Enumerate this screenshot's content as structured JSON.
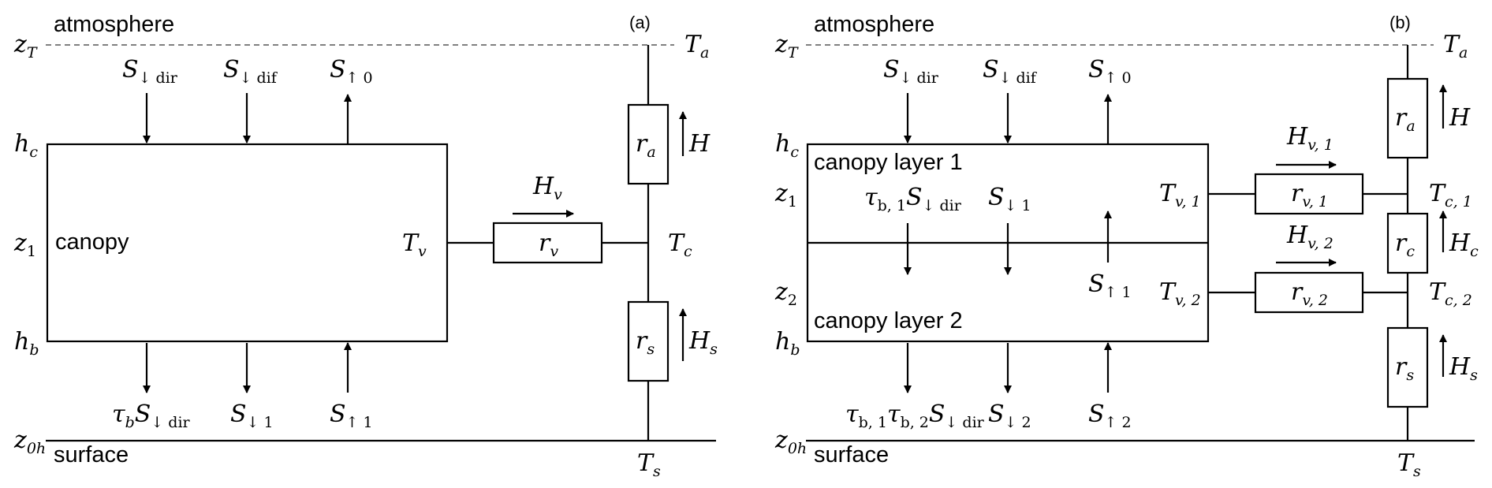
{
  "colors": {
    "ink": "#000000",
    "dash": "#555555",
    "background": "#ffffff"
  },
  "panel_a": {
    "tag": "(a)",
    "atmosphere": "atmosphere",
    "surface": "surface",
    "canopy": "canopy",
    "z_T": {
      "main": "z",
      "sub": "T"
    },
    "h_c": {
      "main": "h",
      "sub": "c"
    },
    "z_1": {
      "main": "z",
      "sub": "1"
    },
    "h_b": {
      "main": "h",
      "sub": "b"
    },
    "z_0h": {
      "main": "z",
      "sub": "0h"
    },
    "T_a": {
      "main": "T",
      "sub": "a"
    },
    "T_v": {
      "main": "T",
      "sub": "v"
    },
    "T_c": {
      "main": "T",
      "sub": "c"
    },
    "T_s": {
      "main": "T",
      "sub": "s"
    },
    "r_a": {
      "main": "r",
      "sub": "a"
    },
    "r_v": {
      "main": "r",
      "sub": "v"
    },
    "r_s": {
      "main": "r",
      "sub": "s"
    },
    "H": {
      "main": "H"
    },
    "H_v": {
      "main": "H",
      "sub": "v"
    },
    "H_s": {
      "main": "H",
      "sub": "s"
    },
    "S_down_dir": {
      "main": "S",
      "sub": "↓ dir"
    },
    "S_down_dif": {
      "main": "S",
      "sub": "↓ dif"
    },
    "S_up_0": {
      "main": "S",
      "sub": "↑ 0"
    },
    "tau_S_down_dir": {
      "tau": "τ",
      "tau_sub": "b",
      "main": "S",
      "sub": "↓ dir"
    },
    "S_down_1": {
      "main": "S",
      "sub": "↓ 1"
    },
    "S_up_1": {
      "main": "S",
      "sub": "↑ 1"
    }
  },
  "panel_b": {
    "tag": "(b)",
    "atmosphere": "atmosphere",
    "surface": "surface",
    "layer1": "canopy layer 1",
    "layer2": "canopy layer 2",
    "z_T": {
      "main": "z",
      "sub": "T"
    },
    "h_c": {
      "main": "h",
      "sub": "c"
    },
    "z_1": {
      "main": "z",
      "sub": "1"
    },
    "z_2": {
      "main": "z",
      "sub": "2"
    },
    "h_b": {
      "main": "h",
      "sub": "b"
    },
    "z_0h": {
      "main": "z",
      "sub": "0h"
    },
    "T_a": {
      "main": "T",
      "sub": "a"
    },
    "T_v1": {
      "main": "T",
      "sub": "v, 1"
    },
    "T_v2": {
      "main": "T",
      "sub": "v, 2"
    },
    "T_c1": {
      "main": "T",
      "sub": "c, 1"
    },
    "T_c2": {
      "main": "T",
      "sub": "c, 2"
    },
    "T_s": {
      "main": "T",
      "sub": "s"
    },
    "r_a": {
      "main": "r",
      "sub": "a"
    },
    "r_c": {
      "main": "r",
      "sub": "c"
    },
    "r_s": {
      "main": "r",
      "sub": "s"
    },
    "r_v1": {
      "main": "r",
      "sub": "v, 1"
    },
    "r_v2": {
      "main": "r",
      "sub": "v, 2"
    },
    "H": {
      "main": "H"
    },
    "H_c": {
      "main": "H",
      "sub": "c"
    },
    "H_s": {
      "main": "H",
      "sub": "s"
    },
    "H_v1": {
      "main": "H",
      "sub": "v, 1"
    },
    "H_v2": {
      "main": "H",
      "sub": "v, 2"
    },
    "S_down_dir": {
      "main": "S",
      "sub": "↓ dir"
    },
    "S_down_dif": {
      "main": "S",
      "sub": "↓ dif"
    },
    "S_up_0": {
      "main": "S",
      "sub": "↑ 0"
    },
    "tau1_S_down_dir": {
      "tau": "τ",
      "tau_sub": "b, 1",
      "main": "S",
      "sub": "↓ dir"
    },
    "S_down_1": {
      "main": "S",
      "sub": "↓ 1"
    },
    "S_up_1": {
      "main": "S",
      "sub": "↑ 1"
    },
    "tau12_S_down_dir": {
      "tau": "τ",
      "tau_sub": "b, 1",
      "tau2": "τ",
      "tau2_sub": "b, 2",
      "main": "S",
      "sub": "↓ dir"
    },
    "S_down_2": {
      "main": "S",
      "sub": "↓ 2"
    },
    "S_up_2": {
      "main": "S",
      "sub": "↑ 2"
    }
  }
}
